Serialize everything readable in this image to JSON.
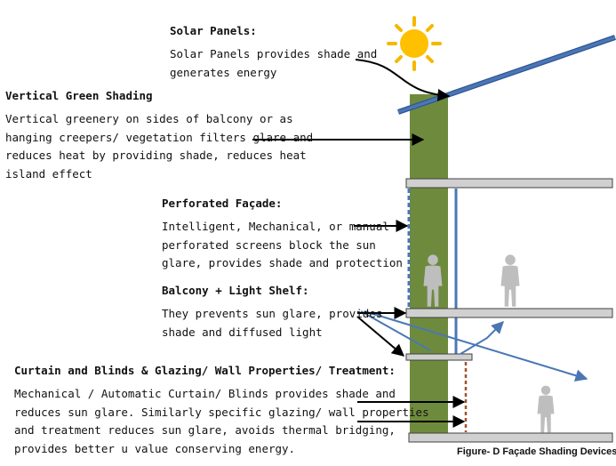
{
  "annotations": [
    {
      "id": "solar",
      "heading": "Solar Panels:",
      "lines": [
        "Solar Panels provides shade and",
        "generates energy"
      ]
    },
    {
      "id": "green",
      "heading": "Vertical Green Shading",
      "lines": [
        "Vertical greenery on sides of balcony or as",
        "hanging creepers/ vegetation filters glare and",
        "reduces heat by providing shade, reduces heat",
        "island effect"
      ]
    },
    {
      "id": "perforated",
      "heading": "Perforated Façade:",
      "lines": [
        "Intelligent, Mechanical, or manual",
        "perforated screens block the sun",
        "glare, provides shade and protection"
      ]
    },
    {
      "id": "balcony",
      "heading": "Balcony + Light Shelf:",
      "lines": [
        "They prevents sun glare, provides",
        "shade and diffused light"
      ]
    },
    {
      "id": "curtain",
      "heading": "Curtain and Blinds & Glazing/ Wall Properties/ Treatment:",
      "lines": [
        "Mechanical / Automatic Curtain/ Blinds provides shade and",
        "reduces sun glare. Similarly specific glazing/ wall properties",
        "and treatment reduces sun glare, avoids thermal bridging,",
        "provides better u value conserving energy."
      ]
    }
  ],
  "caption": "Figure- D Façade Shading Devices",
  "colors": {
    "sun": "#FFC000",
    "sun_rays": "#F5B800",
    "roof": "#4A77B4",
    "greenery": "#6E8B3D",
    "slab_fill": "#D0D0D0",
    "slab_border": "#404040",
    "glazing": "#4A77B4",
    "blind": "#A0522D",
    "person": "#BEBEBE",
    "sun_ray_arrows": "#4A77B4",
    "pointer": "#000000"
  },
  "icons": [
    "sun-icon",
    "person-icon"
  ]
}
